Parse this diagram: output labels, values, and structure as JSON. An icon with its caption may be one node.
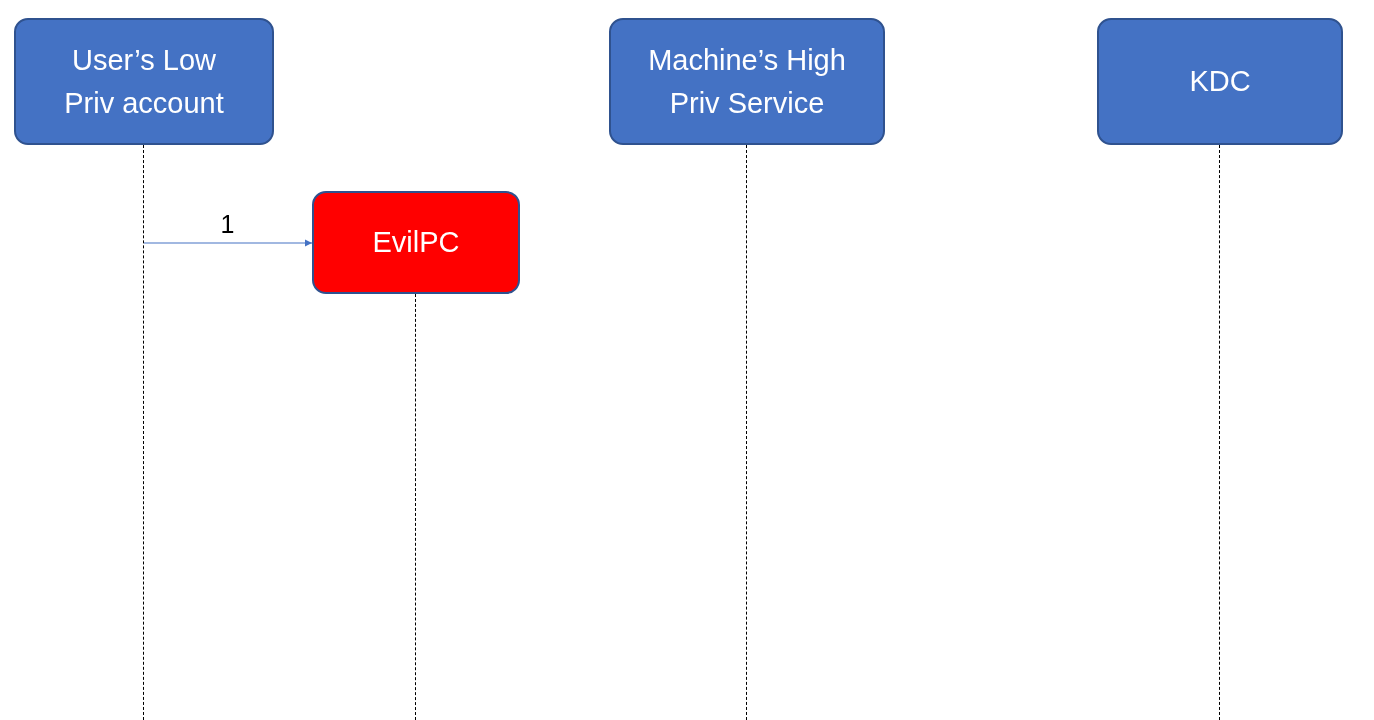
{
  "diagram": {
    "nodes": [
      {
        "text": [
          "User’s Low Priv account"
        ]
      },
      {
        "text": [
          "Machine’s High Priv Service"
        ]
      },
      {
        "text": [
          "KDC"
        ]
      },
      {
        "text": [
          "EvilPC"
        ]
      },
      {
        "text": [],
        "shape": "line"
      },
      {
        "text": [],
        "shape": "line"
      },
      {
        "text": [],
        "shape": "line"
      },
      {
        "text": [],
        "shape": "line"
      }
    ],
    "edges": [
      {
        "from": 4,
        "to": 3,
        "arrow": "to",
        "label": "1"
      }
    ]
  }
}
